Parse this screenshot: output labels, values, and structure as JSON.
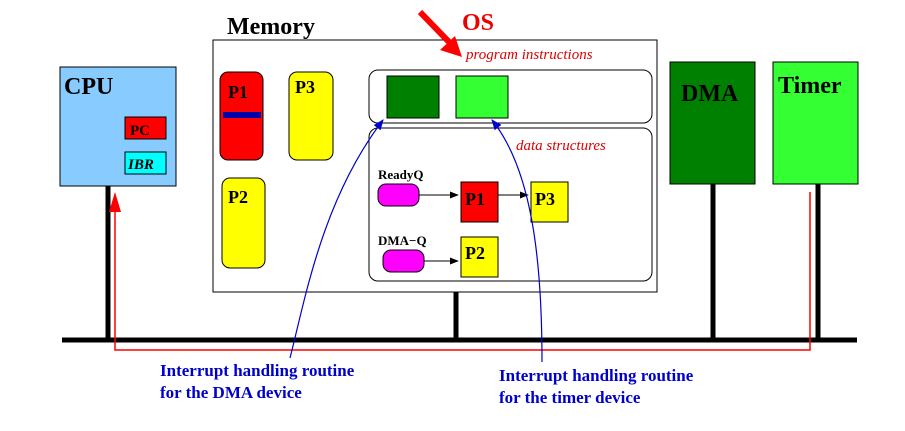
{
  "cpu": {
    "label": "CPU",
    "color": "#88ccff",
    "pc_label": "PC",
    "ibr_label": "IBR"
  },
  "memory": {
    "label": "Memory",
    "processes": {
      "p1": "P1",
      "p2": "P2",
      "p3": "P3"
    },
    "os": {
      "label": "OS",
      "program_instructions": "program instructions",
      "data_structures": "data structures"
    },
    "queues": {
      "ready_label": "ReadyQ",
      "ready_items": [
        "P1",
        "P3"
      ],
      "dma_label": "DMA−Q",
      "dma_items": [
        "P2"
      ]
    }
  },
  "devices": {
    "dma": "DMA",
    "timer": "Timer"
  },
  "annotations": {
    "dma_routine": [
      "Interrupt handling routine",
      "for the DMA device"
    ],
    "timer_routine": [
      "Interrupt handling routine",
      "for the timer device"
    ]
  },
  "colors": {
    "red": "#ff0000",
    "yellow": "#ffff00",
    "dark_green": "#008000",
    "light_green": "#33ff33",
    "magenta": "#ff00ff",
    "blue": "#0000cc",
    "navy": "#0000aa",
    "cyan": "#00ffff"
  }
}
